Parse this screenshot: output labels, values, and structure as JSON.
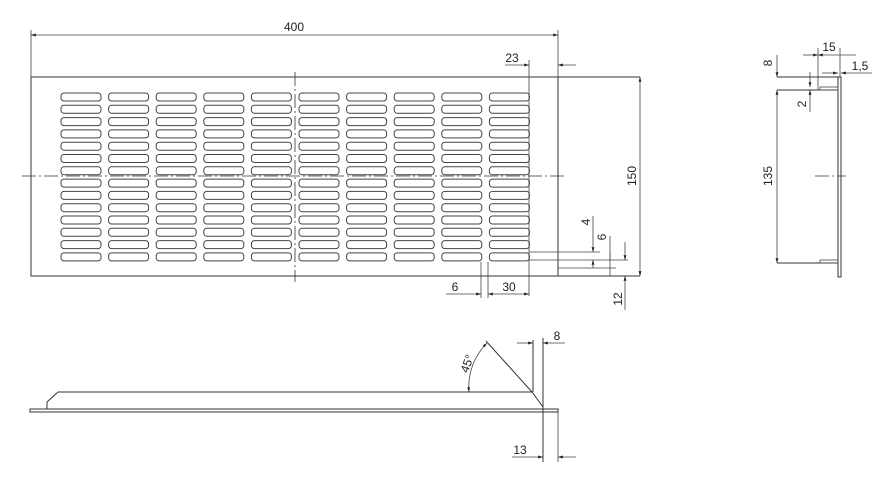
{
  "drawing": {
    "front_view": {
      "slot_columns": 10,
      "slot_rows": 14,
      "dims": {
        "width": "400",
        "height": "150",
        "edge_margin": "23",
        "slot_gap": "6",
        "slot_length": "30",
        "slot_height": "4",
        "slot_pitch": "6",
        "bottom_margin": "12"
      }
    },
    "side_view": {
      "dims": {
        "flange_height": "8",
        "flange_depth": "15",
        "thickness": "1,5",
        "tab": "2",
        "inner_height": "135"
      }
    },
    "bottom_view": {
      "dims": {
        "angle": "45°",
        "offset_top": "8",
        "offset_bottom": "13"
      }
    }
  }
}
